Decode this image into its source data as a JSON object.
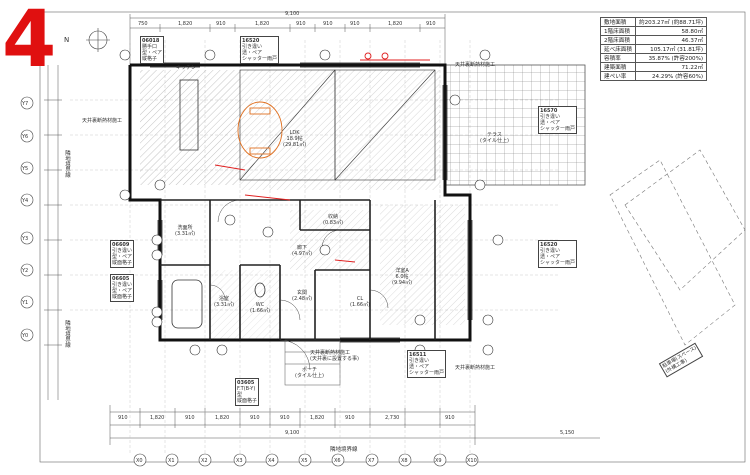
{
  "page_label": "4",
  "north_marker": "N",
  "area_table": [
    {
      "label": "敷地面積",
      "value": "約203.27㎡ (約88.71坪)"
    },
    {
      "label": "1階床面積",
      "value": "58.80㎡"
    },
    {
      "label": "2階床面積",
      "value": "46.37㎡"
    },
    {
      "label": "延べ床面積",
      "value": "105.17㎡ (31.81坪)"
    },
    {
      "label": "容積率",
      "value": "35.87% (許容200%)"
    },
    {
      "label": "建築面積",
      "value": "71.22㎡"
    },
    {
      "label": "建ぺい率",
      "value": "24.29% (許容60%)"
    }
  ],
  "rooms": {
    "ldk": "LDK\n18.9帖\n(29.81㎡)",
    "terrace": "テラス\n(タイル仕上)",
    "entrance": "玄関\n(2.48㎡)",
    "hall": "廊下\n(4.97㎡)",
    "storage": "収納\n(0.83㎡)",
    "western": "洋室A\n6.0帖\n(9.94㎡)",
    "washroom": "洗面所\n(3.31㎡)",
    "bath": "浴室\n(3.31㎡)",
    "wc": "WC\n(1.66㎡)",
    "cl": "CL\n(1.66㎡)",
    "porch": "ポーチ\n(タイル仕上)",
    "kitchen": "キッチン"
  },
  "window_tags": [
    {
      "code": "06018",
      "text": "勝手口\n型・ペア\n縦格子"
    },
    {
      "code": "16520",
      "text": "引き違い\n透・ペア\nシャッター雨戸"
    },
    {
      "code": "16570",
      "text": "引き違い\n透・ペア\nシャッター雨戸"
    },
    {
      "code": "16520",
      "text": "引き違い\n透・ペア\nシャッター雨戸"
    },
    {
      "code": "06609",
      "text": "引き違い\n型・ペア\n縦面格子"
    },
    {
      "code": "06605",
      "text": "引き違い\n型・ペア\n縦面格子"
    },
    {
      "code": "16511",
      "text": "引き違い\n透・ペア\nシャッター雨戸"
    },
    {
      "code": "03605",
      "text": "F.T(B-Y)\n型\n縦面格子"
    }
  ],
  "notes": [
    "天井裏断熱材施工",
    "天井裏断熱材施工",
    "天井裏断熱材施工\n(天井裏に設置する事)",
    "天井裏断熱材施工"
  ],
  "side_labels": {
    "left_vertical": "隣地境界線",
    "left_vertical_2": "隣地境界線",
    "bottom": "隣地境界線"
  },
  "top_dims": [
    "750",
    "1,820",
    "910",
    "1,820",
    "910",
    "910",
    "910",
    "1,820",
    "910"
  ],
  "top_total": "9,100",
  "bottom_dims": [
    "910",
    "1,820",
    "910",
    "1,820",
    "910",
    "910",
    "1,820",
    "910",
    "2,730",
    "910"
  ],
  "bottom_total": "9,100",
  "bottom_site": "5,150",
  "x_axis": [
    "X0",
    "X1",
    "X2",
    "X3",
    "X4",
    "X5",
    "X6",
    "X7",
    "X8",
    "X9",
    "X10"
  ],
  "y_axis": [
    "Y7",
    "Y6",
    "Y5",
    "Y4",
    "Y3",
    "Y2",
    "Y1",
    "Y0"
  ],
  "parking_note": "駐車場(スペース)\n(外構工事)"
}
